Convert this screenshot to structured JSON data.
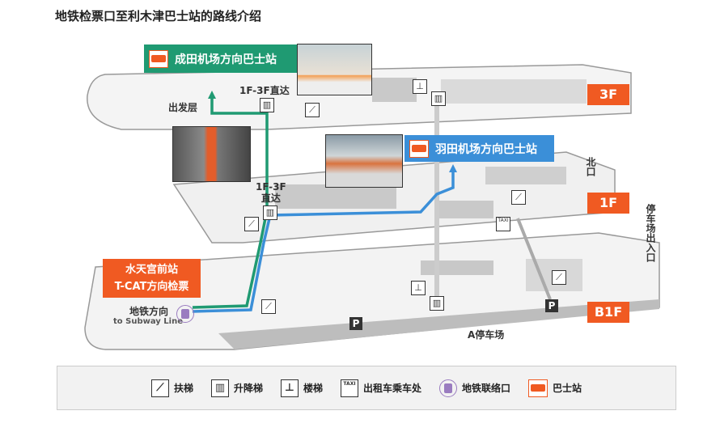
{
  "title": "地铁检票口至利木津巴士站的路线介绍",
  "floors": {
    "f3": "3F",
    "f1": "1F",
    "b1": "B1F"
  },
  "labels": {
    "narita_bus": "成田机场方向巴士站",
    "haneda_bus": "羽田机场方向巴士站",
    "suitengumae": "水天宫前站",
    "tcat": "T-CAT方向检票",
    "departure": "出发层",
    "direct_3f": "1F-3F直达",
    "direct_1f_a": "1F-3F",
    "direct_1f_b": "直达",
    "north_exit": "北口",
    "parking_exit": "停车场出入口",
    "subway_dir": "地铁方向",
    "subway_en": "to Subway Line",
    "parking_a": "A停车场",
    "parking_p": "P",
    "taxi": "TAXI"
  },
  "legend": [
    {
      "icon": "escalator-icon",
      "label": "扶梯"
    },
    {
      "icon": "elevator-icon",
      "label": "升降梯"
    },
    {
      "icon": "stairs-icon",
      "label": "楼梯"
    },
    {
      "icon": "taxi-icon",
      "label": "出租车乘车处"
    },
    {
      "icon": "subway-icon",
      "label": "地铁联络口"
    },
    {
      "icon": "bus-icon",
      "label": "巴士站"
    }
  ],
  "colors": {
    "green": "#1f9a72",
    "blue": "#3b8fd8",
    "orange": "#f05a22",
    "purple": "#9a7cc0"
  }
}
